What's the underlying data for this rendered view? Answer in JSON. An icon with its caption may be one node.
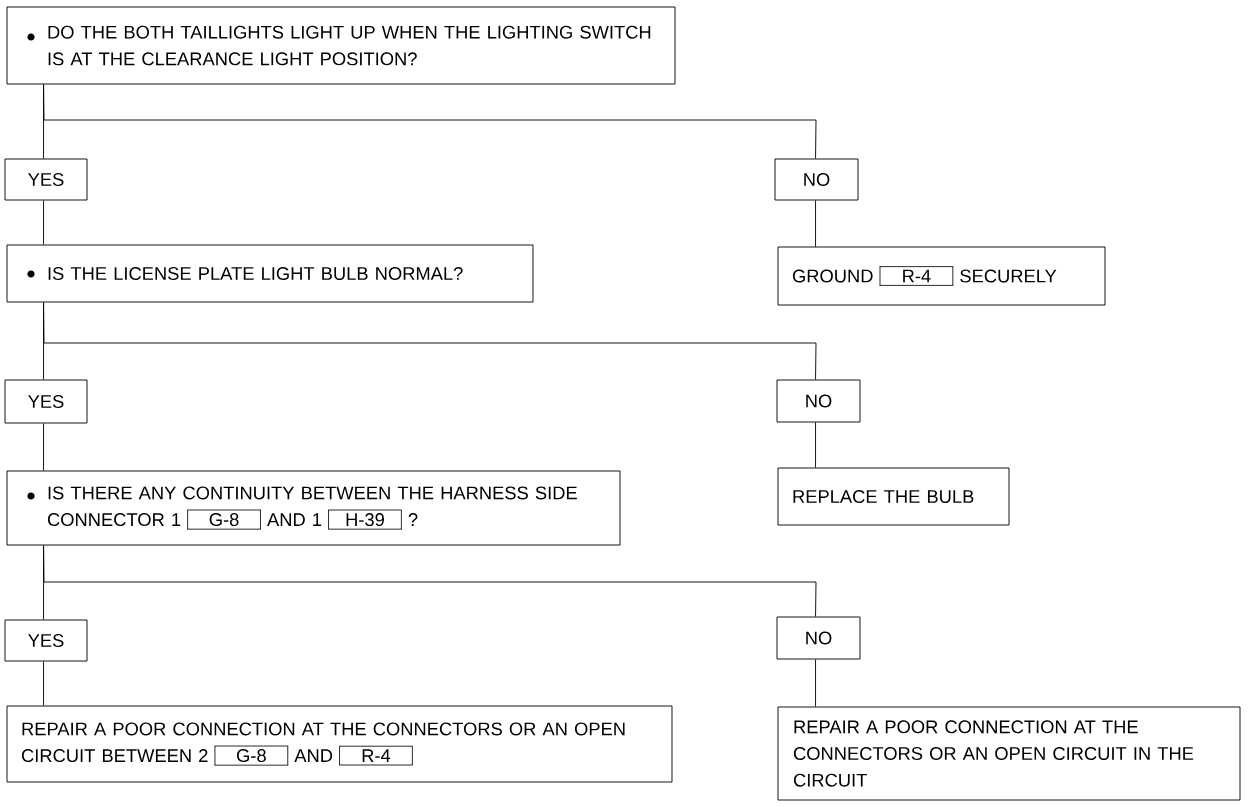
{
  "diagram": {
    "nodes": [
      {
        "text": [
          "DO THE BOTH TAILLIGHTS LIGHT UP WHEN THE LIGHTING SWITCH IS AT THE CLEARANCE LIGHT POSITION?"
        ]
      },
      {
        "text": [
          "YES"
        ]
      },
      {
        "text": [
          "NO"
        ]
      },
      {
        "text": [
          "IS THE LICENSE PLATE LIGHT BULB NORMAL?"
        ]
      },
      {
        "text": [
          "GROUND",
          "SECURELY"
        ]
      },
      {
        "text": [
          "R-4"
        ],
        "in": 4
      },
      {
        "text": [
          "YES"
        ]
      },
      {
        "text": [
          "NO"
        ]
      },
      {
        "text": [
          "IS THERE ANY CONTINUITY BETWEEN THE HARNESS SIDE CONNECTOR 1",
          "AND 1",
          "?"
        ]
      },
      {
        "text": [
          "G-8"
        ],
        "in": 8
      },
      {
        "text": [
          "H-39"
        ],
        "in": 8
      },
      {
        "text": [
          "REPLACE THE BULB"
        ]
      },
      {
        "text": [
          "YES"
        ]
      },
      {
        "text": [
          "NO"
        ]
      },
      {
        "text": [
          "REPAIR A POOR CONNECTION AT THE CONNECTORS OR AN OPEN CIRCUIT BETWEEN 2",
          "AND"
        ]
      },
      {
        "text": [
          "G-8"
        ],
        "in": 14
      },
      {
        "text": [
          "R-4"
        ],
        "in": 14
      },
      {
        "text": [
          "REPAIR A POOR CONNECTION AT THE CONNECTORS OR AN OPEN CIRCUIT IN THE CIRCUIT"
        ]
      }
    ],
    "edges": [
      {
        "from": 0,
        "to": 1,
        "arrow": "none"
      },
      {
        "from": 0,
        "to": 2,
        "arrow": "none"
      },
      {
        "from": 1,
        "to": 3,
        "arrow": "none"
      },
      {
        "from": 2,
        "to": 4,
        "arrow": "none"
      },
      {
        "from": 3,
        "to": 6,
        "arrow": "none"
      },
      {
        "from": 3,
        "to": 7,
        "arrow": "none"
      },
      {
        "from": 6,
        "to": 8,
        "arrow": "none"
      },
      {
        "from": 7,
        "to": 11,
        "arrow": "none"
      },
      {
        "from": 8,
        "to": 12,
        "arrow": "none"
      },
      {
        "from": 8,
        "to": 13,
        "arrow": "none"
      },
      {
        "from": 12,
        "to": 14,
        "arrow": "none"
      },
      {
        "from": 13,
        "to": 17,
        "arrow": "none"
      }
    ]
  }
}
